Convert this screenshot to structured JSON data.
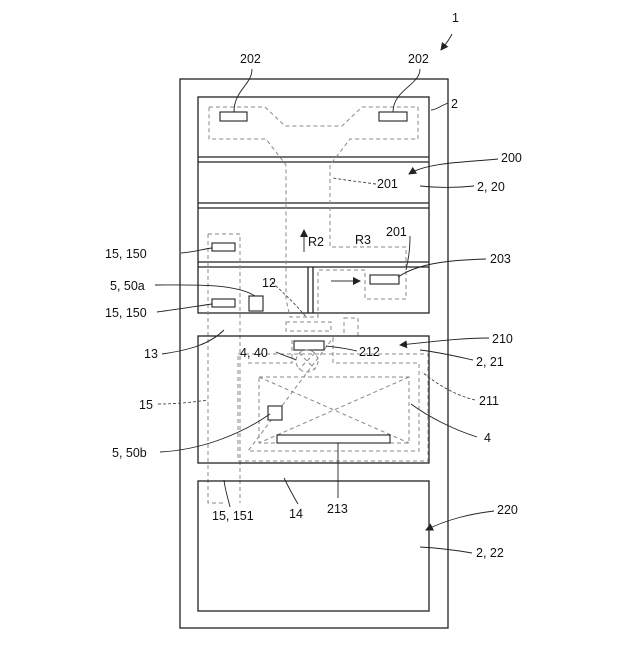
{
  "labels": {
    "fig": "1",
    "body": "2",
    "tray_left": "202",
    "tray_right": "202",
    "top_room": "200",
    "duct_upper": "201",
    "top_room_sub": "2, 20",
    "duct_lower": "201",
    "arrow_r2": "R2",
    "arrow_r3": "R3",
    "vent": "203",
    "sensor_upper": "15, 150",
    "probe_a": "5, 50a",
    "port": "12",
    "sensor_lower": "15, 150",
    "pipe": "13",
    "mid_room": "210",
    "fan": "4, 40",
    "outlet": "212",
    "mid_room_sub": "2, 21",
    "cable": "15",
    "cover": "211",
    "unit": "4",
    "probe_b": "5, 50b",
    "bar": "213",
    "cable_end": "15, 151",
    "partition": "14",
    "bottom_room": "220",
    "bottom_room_sub": "2, 22"
  }
}
